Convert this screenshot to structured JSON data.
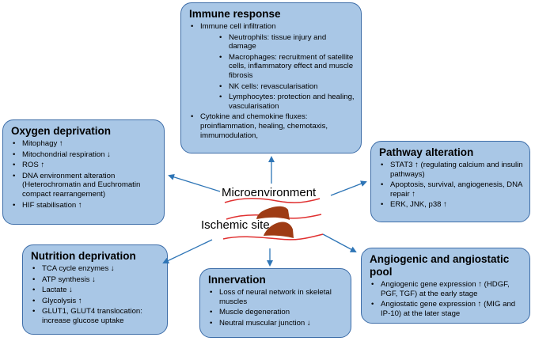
{
  "center": {
    "microenvironment": "Microenvironment",
    "ischemic_site": "Ischemic site"
  },
  "boxes": {
    "immune": {
      "title": "Immune response",
      "items": [
        {
          "text": "Immune cell infiltration",
          "sub": [
            "Neutrophils: tissue injury and damage",
            "Macrophages: recruitment of satellite cells, inflammatory effect and muscle fibrosis",
            "NK cells: revascularisation",
            "Lymphocytes: protection and healing, vascularisation"
          ]
        },
        {
          "text": "Cytokine and chemokine fluxes: proinflammation, healing, chemotaxis, immumodulation,"
        }
      ]
    },
    "oxygen": {
      "title": "Oxygen deprivation",
      "items": [
        "Mitophagy ↑",
        "Mitochondrial respiration ↓",
        "ROS ↑",
        "DNA environment alteration (Heterochromatin and Euchromatin compact rearrangement)",
        "HIF stabilisation ↑"
      ]
    },
    "pathway": {
      "title": "Pathway alteration",
      "items": [
        "STAT3 ↑ (regulating calcium and insulin pathways)",
        "Apoptosis, survival, angiogenesis, DNA repair ↑",
        "ERK, JNK, p38 ↑"
      ]
    },
    "nutrition": {
      "title": "Nutrition deprivation",
      "items": [
        "TCA cycle enzymes ↓",
        "ATP synthesis ↓",
        "Lactate ↓",
        "Glycolysis ↑",
        "GLUT1, GLUT4 translocation: increase glucose uptake"
      ]
    },
    "innervation": {
      "title": "Innervation",
      "items": [
        "Loss of neural network in skeletal muscles",
        "Muscle degeneration",
        "Neutral muscular junction ↓"
      ]
    },
    "angio": {
      "title": "Angiogenic and angiostatic pool",
      "items": [
        "Angiogenic gene expression ↑ (HDGF, PGF, TGF) at the early stage",
        "Angiostatic gene expression ↑ (MIG and IP-10) at the later stage"
      ]
    }
  },
  "colors": {
    "box_fill": "#a9c7e6",
    "box_border": "#3d6da8",
    "arrow": "#2e75b6",
    "vessel_line": "#e03030",
    "clot": "#9e3b14"
  }
}
